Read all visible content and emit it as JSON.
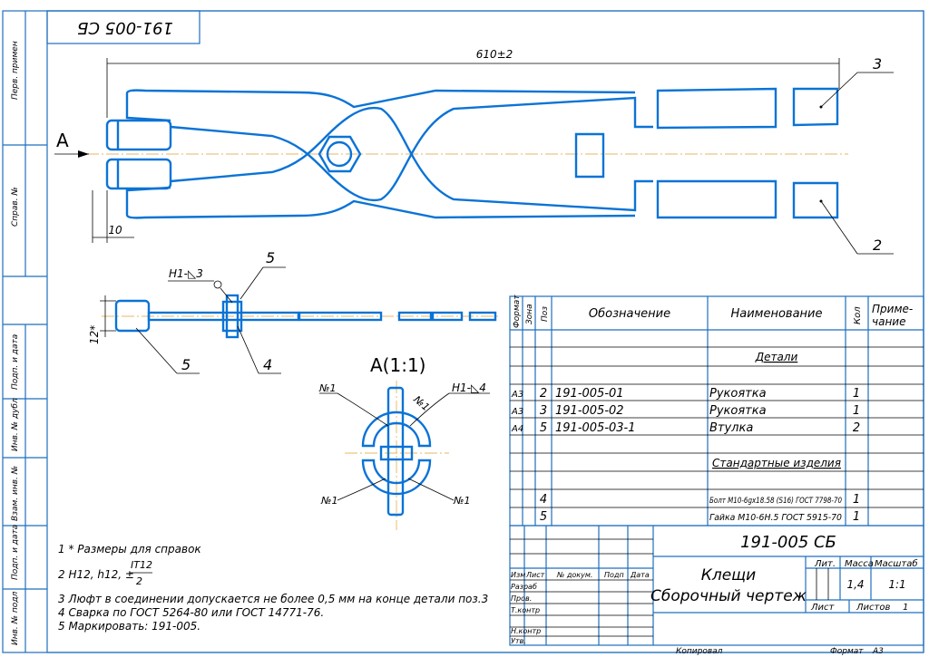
{
  "drawing": {
    "designation_top": "191-005 СБ",
    "overall_dim": "610±2",
    "dim_10": "10",
    "dim_12": "12*",
    "view_label_a": "A",
    "section_label": "A(1:1)",
    "weld_1": "H1-◺3",
    "weld_2": "H1-◺4",
    "num_label": "№1",
    "callouts": {
      "c2": "2",
      "c3": "3",
      "c4": "4",
      "c5a": "5",
      "c5b": "5"
    }
  },
  "side_labels": [
    "Перв. примен",
    "Справ. №",
    "Подп. и дата",
    "Инв. № дубл",
    "Взам. инв. №",
    "Подп. и дата",
    "Инв. № подл"
  ],
  "notes": {
    "n1": "1  * Размеры для справок",
    "n2_prefix": "2  H12, h12, ±",
    "n2_frac_top": "IT12",
    "n2_frac_bot": "2",
    "n3": "3  Люфт в соединении допускается не более 0,5 мм на конце детали поз.3",
    "n4": "4  Сварка по ГОСТ 5264-80 или ГОСТ 14771-76.",
    "n5": "5  Маркировать: 191-005."
  },
  "spec": {
    "headers": {
      "format": "Формат",
      "zone": "Зона",
      "pos": "Поз",
      "designation": "Обозначение",
      "name": "Наименование",
      "qty": "Кол",
      "note1": "Приме-",
      "note2": "чание"
    },
    "section1": "Детали",
    "section2": "Стандартные изделия",
    "rows": [
      {
        "format": "А3",
        "pos": "2",
        "designation": "191-005-01",
        "name": "Рукоятка",
        "qty": "1"
      },
      {
        "format": "А3",
        "pos": "3",
        "designation": "191-005-02",
        "name": "Рукоятка",
        "qty": "1"
      },
      {
        "format": "А4",
        "pos": "5",
        "designation": "191-005-03-1",
        "name": "Втулка",
        "qty": "2"
      },
      {
        "format": "",
        "pos": "4",
        "designation": "",
        "name": "Болт М10-6gх18.58 (S16) ГОСТ 7798-70",
        "qty": "1"
      },
      {
        "format": "",
        "pos": "5",
        "designation": "",
        "name": "Гайка М10-6Н.5 ГОСТ 5915-70",
        "qty": "1"
      }
    ]
  },
  "title_block": {
    "designation": "191-005 СБ",
    "title1": "Клещи",
    "title2": "Сборочный чертеж",
    "lit": "Лит.",
    "mass": "Масса",
    "scale": "Масштаб",
    "mass_val": "1,4",
    "scale_val": "1:1",
    "sheet": "Лист",
    "sheets": "Листов",
    "sheets_val": "1",
    "col_izm": "Изм",
    "col_list": "Лист",
    "col_doc": "№ докум.",
    "col_sign": "Подп",
    "col_date": "Дата",
    "row_razrab": "Разраб",
    "row_prov": "Пров.",
    "row_tkontr": "Т.контр",
    "row_nkontr": "Н.контр",
    "row_utv": "Утв.",
    "copied": "Копировал",
    "format": "Формат",
    "format_val": "А3"
  }
}
